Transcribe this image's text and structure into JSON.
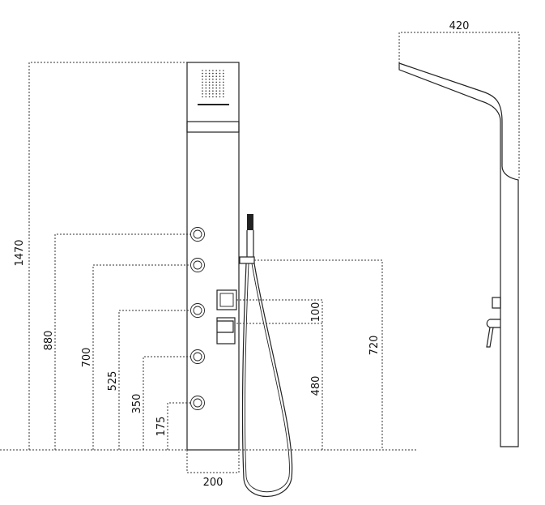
{
  "drawing": {
    "subject": "shower panel technical drawing",
    "front_view": {
      "dimensions": {
        "total_height": "1470",
        "jet_1": "880",
        "jet_2": "700",
        "jet_3": "525",
        "jet_4": "350",
        "jet_5": "175",
        "width": "200",
        "holder_height": "720",
        "mixer_height": "480",
        "control_spacing": "100"
      }
    },
    "side_view": {
      "dimensions": {
        "depth": "420"
      }
    }
  }
}
